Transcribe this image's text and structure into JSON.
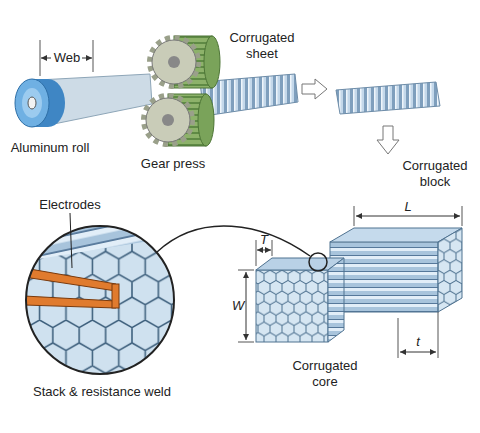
{
  "diagram": {
    "labels": [
      "Web",
      "Aluminum roll",
      "Gear press",
      "Corrugated sheet",
      "Corrugated block",
      "Electrodes",
      "Stack & resistance weld",
      "Corrugated core",
      "T",
      "L",
      "W",
      "t"
    ]
  }
}
